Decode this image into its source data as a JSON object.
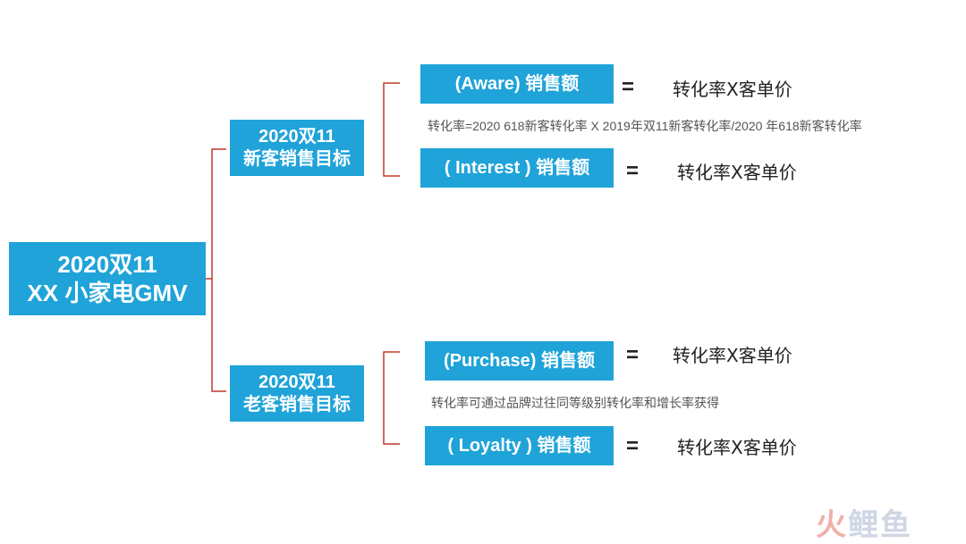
{
  "root": {
    "line1": "2020双11",
    "line2": "XX 小家电GMV"
  },
  "new_customer": {
    "line1": "2020双11",
    "line2": "新客销售目标",
    "leaves": [
      {
        "label": "(Aware) 销售额",
        "eq": "=",
        "formula": "转化率X客单价"
      },
      {
        "label": "( Interest ) 销售额",
        "eq": "=",
        "formula": "转化率X客单价"
      }
    ],
    "note": "转化率=2020  618新客转化率 X 2019年双11新客转化率/2020 年618新客转化率"
  },
  "old_customer": {
    "line1": "2020双11",
    "line2": "老客销售目标",
    "leaves": [
      {
        "label": "(Purchase) 销售额",
        "eq": "=",
        "formula": "转化率X客单价"
      },
      {
        "label": "( Loyalty ) 销售额",
        "eq": "=",
        "formula": "转化率X客单价"
      }
    ],
    "note": "转化率可通过品牌过往同等级别转化率和增长率获得"
  },
  "watermark": {
    "part1": "火",
    "part2": "鲤鱼"
  },
  "colors": {
    "box": "#1fa3d9",
    "connector": "#c0392b"
  }
}
